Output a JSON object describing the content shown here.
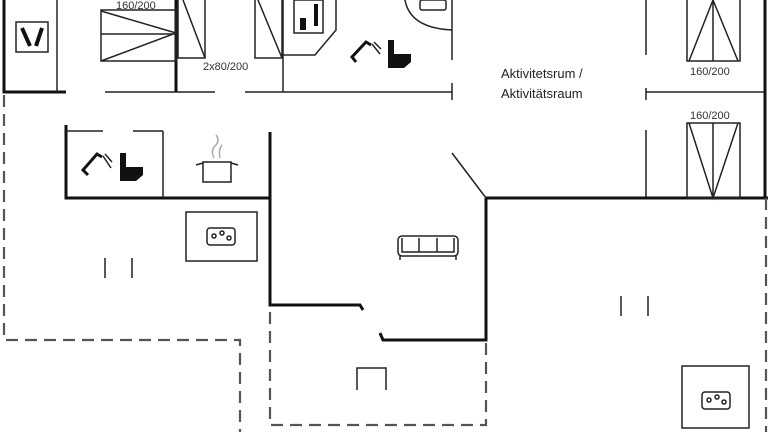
{
  "floorplan": {
    "bed_labels": [
      "160/200",
      "2x80/200",
      "160/200",
      "160/200"
    ],
    "room_label": {
      "line1": "Aktivitetsrum /",
      "line2": "Aktivitätsraum"
    },
    "icons": [
      "fireplace-icon",
      "sauna-icon",
      "hot-tub-icon",
      "shower-icon",
      "toilet-icon",
      "kitchen-pot-icon",
      "sofa-icon",
      "whirlpool-icon"
    ]
  }
}
